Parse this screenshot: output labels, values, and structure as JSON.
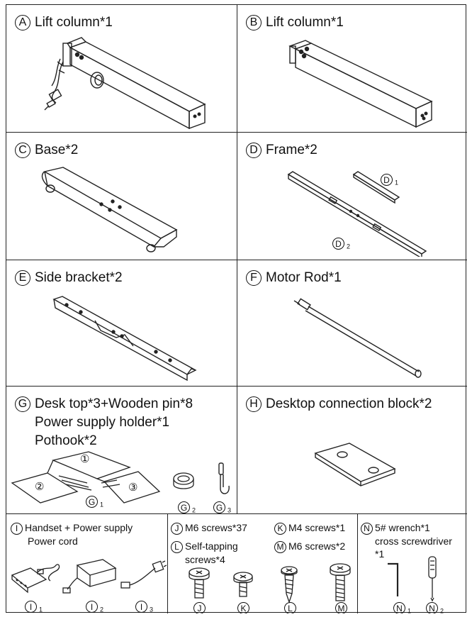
{
  "cells": {
    "A": {
      "letter": "A",
      "label": "Lift column*1"
    },
    "B": {
      "letter": "B",
      "label": "Lift column*1"
    },
    "C": {
      "letter": "C",
      "label": "Base*2"
    },
    "D": {
      "letter": "D",
      "label": "Frame*2",
      "part1": "D",
      "part1_sub": "1",
      "part2": "D",
      "part2_sub": "2"
    },
    "E": {
      "letter": "E",
      "label": "Side bracket*2"
    },
    "F": {
      "letter": "F",
      "label": "Motor Rod*1"
    },
    "G": {
      "letter": "G",
      "label_line1": "Desk top*3+Wooden pin*8",
      "label_line2": "Power supply holder*1",
      "label_line3": "Pothook*2",
      "piece1": "①",
      "piece2": "②",
      "piece3": "③",
      "g1": "G",
      "g1_sub": "1",
      "g2": "G",
      "g2_sub": "2",
      "g3": "G",
      "g3_sub": "3"
    },
    "H": {
      "letter": "H",
      "label": "Desktop connection block*2"
    },
    "I": {
      "letter": "I",
      "label_line1": "Handset + Power supply",
      "label_line2": "Power cord",
      "i1": "I",
      "i1_sub": "1",
      "i2": "I",
      "i2_sub": "2",
      "i3": "I",
      "i3_sub": "3"
    },
    "JKLM": {
      "j_letter": "J",
      "j_label": "M6 screws*37",
      "k_letter": "K",
      "k_label": "M4 screws*1",
      "l_letter": "L",
      "l_label_line1": "Self-tapping",
      "l_label_line2": "screws*4",
      "m_letter": "M",
      "m_label": "M6 screws*2",
      "b_j": "J",
      "b_k": "K",
      "b_l": "L",
      "b_m": "M"
    },
    "N": {
      "letter": "N",
      "label_line1": "5# wrench*1",
      "label_line2": "cross screwdriver",
      "label_line3": "*1",
      "n1": "N",
      "n1_sub": "1",
      "n2": "N",
      "n2_sub": "2"
    }
  }
}
